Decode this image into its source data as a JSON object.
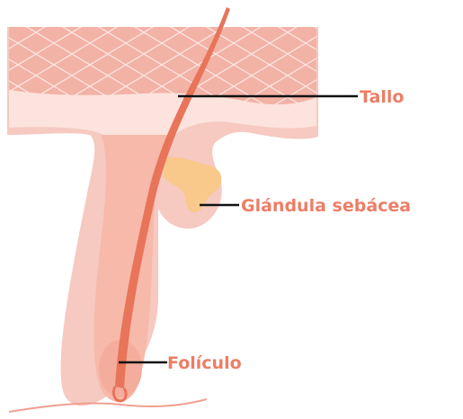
{
  "diagram": {
    "labels": {
      "shaft": "Tallo",
      "gland": "Glándula sebácea",
      "follicle": "Folículo"
    },
    "colors": {
      "label_text": "#ec7e66",
      "leader_line": "#111111",
      "skin_outer": "#f6c9c1",
      "skin_layer": "#f3b2a6",
      "skin_inner": "#fde3dd",
      "follicle_fill": "#f7b9a9",
      "hair": "#e8745a",
      "gland": "#f8c98a"
    }
  }
}
